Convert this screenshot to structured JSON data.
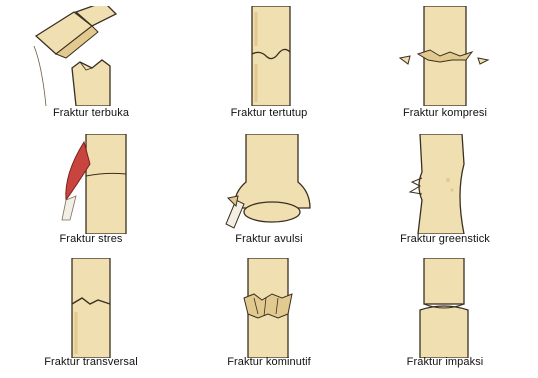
{
  "figure": {
    "colors": {
      "bone_fill": "#f0dfb0",
      "bone_shade": "#e2c98f",
      "outline": "#3a2f20",
      "muscle": "#c8453f",
      "tendon": "#f4efe4",
      "background": "#ffffff"
    },
    "panels": [
      {
        "label": "Fraktur terbuka"
      },
      {
        "label": "Fraktur tertutup"
      },
      {
        "label": "Fraktur kompresi"
      },
      {
        "label": "Fraktur stres"
      },
      {
        "label": "Fraktur avulsi"
      },
      {
        "label": "Fraktur greenstick"
      },
      {
        "label": "Fraktur transversal"
      },
      {
        "label": "Fraktur kominutif"
      },
      {
        "label": "Fraktur impaksi"
      }
    ]
  }
}
